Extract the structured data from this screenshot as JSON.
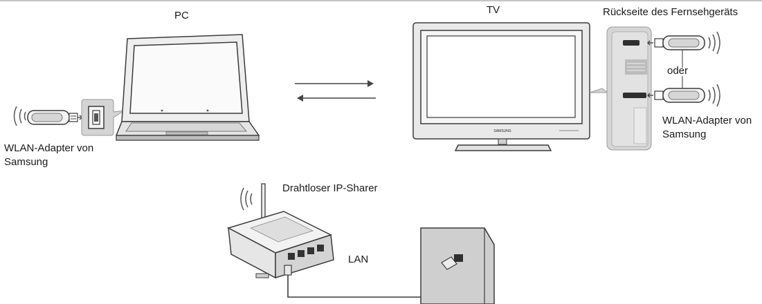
{
  "labels": {
    "pc": "PC",
    "tv": "TV",
    "tv_back": "Rückseite des Fernsehgeräts",
    "or": "oder",
    "adapter_left_line1": "WLAN-Adapter von",
    "adapter_left_line2": "Samsung",
    "adapter_right_line1": "WLAN-Adapter von",
    "adapter_right_line2": "Samsung",
    "router": "Drahtloser IP-Sharer",
    "lan": "LAN",
    "tv_brand": "SAMSUNG"
  },
  "colors": {
    "line": "#3a3a3a",
    "panel": "#d4d4d4",
    "device_light": "#f2f2f2",
    "device_mid": "#c8c8c8",
    "device_dark": "#555555",
    "wall": "#cfcfcf"
  }
}
